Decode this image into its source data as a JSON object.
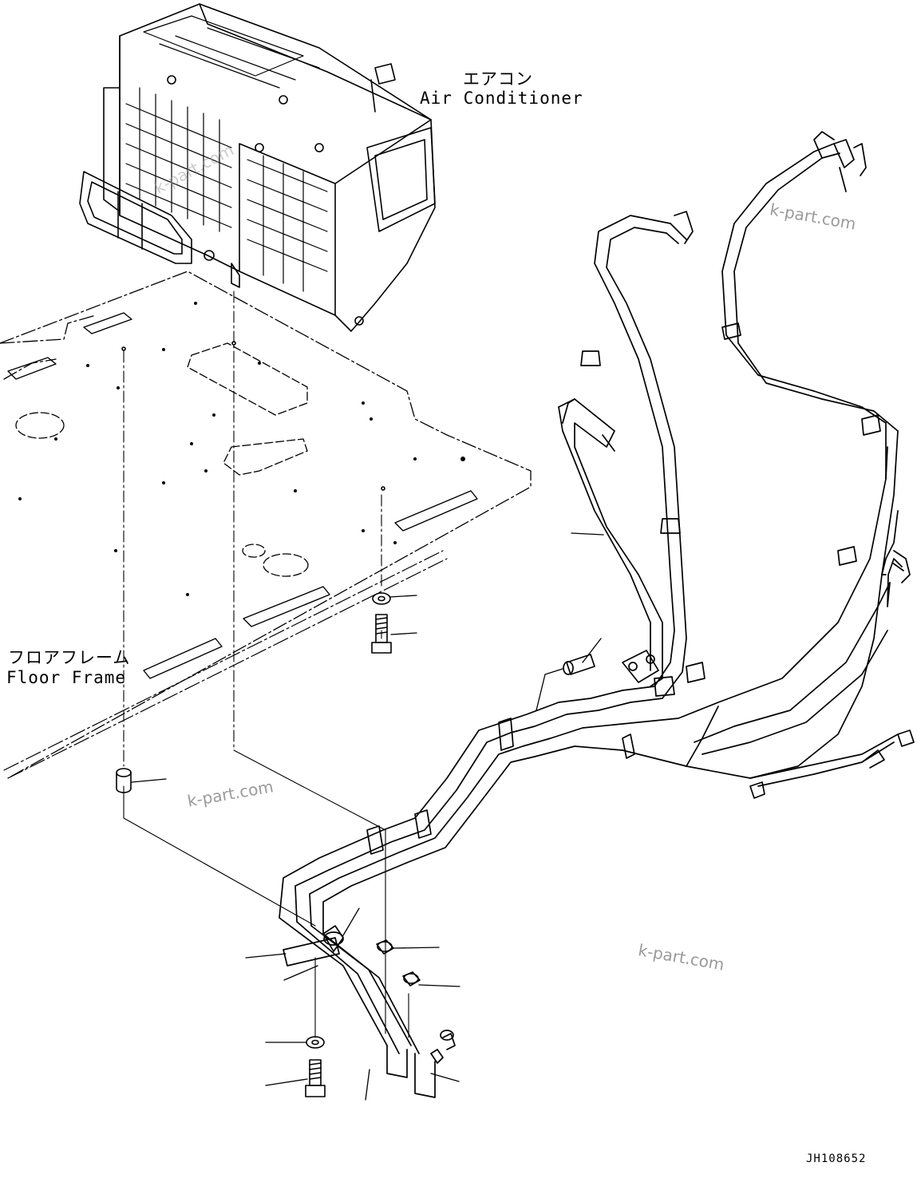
{
  "labels": {
    "air_conditioner_ja": "エアコン",
    "air_conditioner_en": "Air Conditioner",
    "floor_frame_ja": "フロアフレーム",
    "floor_frame_en": "Floor Frame"
  },
  "watermarks": [
    "k-part.com",
    "k-part.com",
    "k-part.com",
    "k-part.com"
  ],
  "drawing_code": "JH108652",
  "colors": {
    "line": "#000000",
    "watermark": "#9a9a9a",
    "background": "#ffffff"
  }
}
